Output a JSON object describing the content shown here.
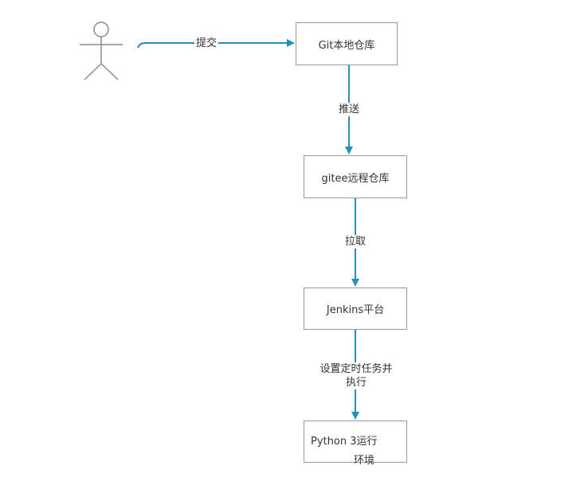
{
  "actor": {
    "name": ""
  },
  "nodes": {
    "git_local": "Git本地仓库",
    "gitee_remote": "gitee远程仓库",
    "jenkins": "Jenkins平台",
    "python_line1": "Python  3运行",
    "python_line2": "环境"
  },
  "edges": {
    "commit": "提交",
    "push": "推送",
    "pull": "拉取",
    "schedule_line1": "设置定时任务并",
    "schedule_line2": "执行"
  },
  "colors": {
    "arrow": "#2a8fb8",
    "actor": "#8a8a8a",
    "box_border": "#9a9a9a"
  }
}
